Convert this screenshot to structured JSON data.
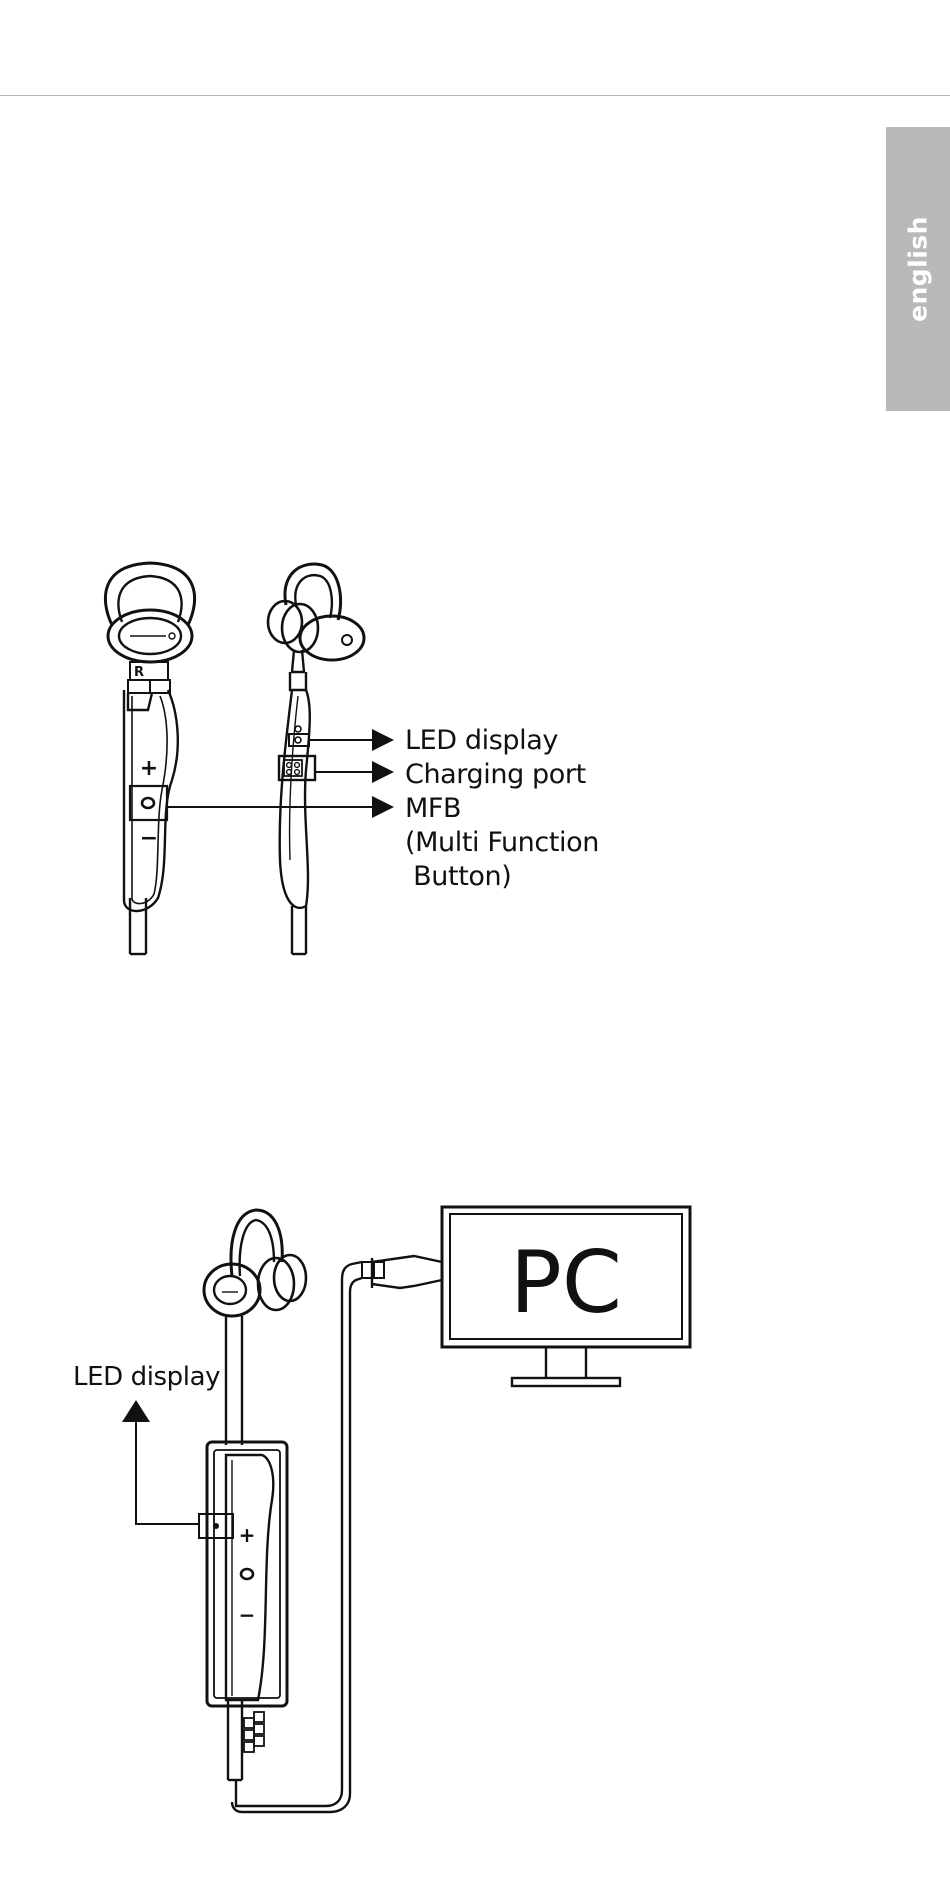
{
  "header": {
    "language_tab": "english"
  },
  "figure1": {
    "side_marker": "R",
    "button_plus": "+",
    "button_mfb": "O",
    "button_minus": "−",
    "callouts": {
      "led": "LED display",
      "charging": "Charging port",
      "mfb": "MFB",
      "mfb_line2": "(Multi Function",
      "mfb_line3": " Button)"
    }
  },
  "figure2": {
    "led_label": "LED display",
    "monitor_text": "PC",
    "button_plus": "+",
    "button_mfb": "O",
    "button_minus": "−"
  }
}
